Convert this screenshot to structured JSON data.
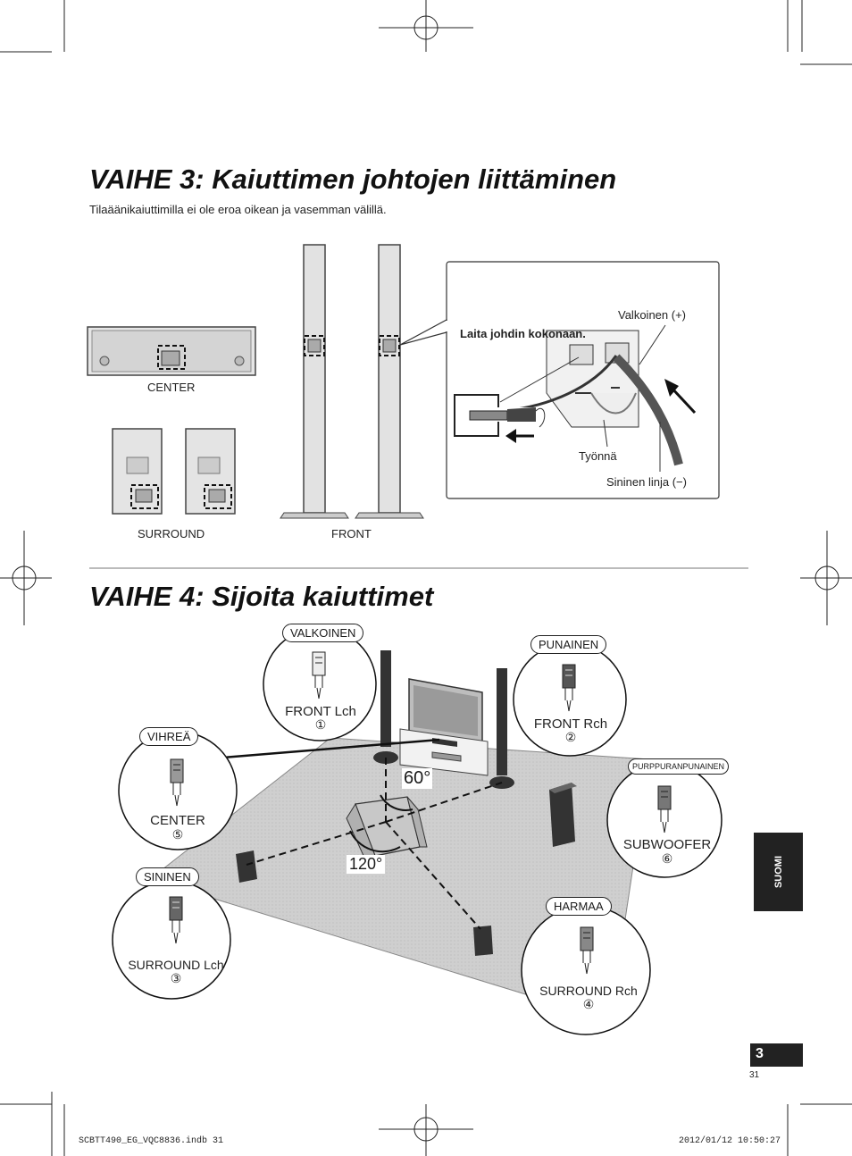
{
  "step3": {
    "title": "VAIHE 3: Kaiuttimen johtojen liittäminen",
    "subtitle": "Tilaäänikaiuttimilla ei ole eroa oikean ja vasemman välillä.",
    "labels": {
      "center": "CENTER",
      "surround": "SURROUND",
      "front": "FRONT"
    },
    "detail": {
      "instruction": "Laita johdin kokonaan.",
      "white": "Valkoinen (+)",
      "push": "Työnnä",
      "blue_line": "Sininen linja (−)"
    }
  },
  "step4": {
    "title": "VAIHE 4: Sijoita kaiuttimet",
    "angle_60": "60°",
    "angle_120": "120°",
    "speakers": {
      "front_l": {
        "color": "VALKOINEN",
        "name": "FRONT Lch",
        "num": "①"
      },
      "front_r": {
        "color": "PUNAINEN",
        "name": "FRONT Rch",
        "num": "②"
      },
      "center": {
        "color": "VIHREÄ",
        "name": "CENTER",
        "num": "⑤"
      },
      "sub": {
        "color": "PURPPURANPUNAINEN",
        "name": "SUBWOOFER",
        "num": "⑥"
      },
      "surr_l": {
        "color": "SININEN",
        "name": "SURROUND Lch",
        "num": "③"
      },
      "surr_r": {
        "color": "HARMAA",
        "name": "SURROUND Rch",
        "num": "④"
      }
    }
  },
  "side_tab": "SUOMI",
  "page_number": "3",
  "page_sub": "31",
  "footer": {
    "file": "SCBTT490_EG_VQC8836.indb   31",
    "datetime": "2012/01/12   10:50:27"
  }
}
